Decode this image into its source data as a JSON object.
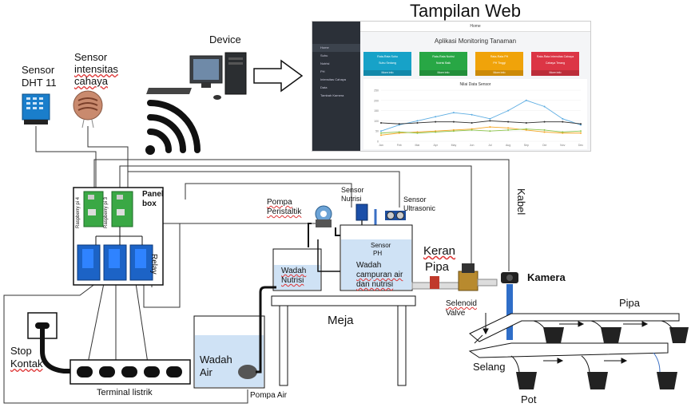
{
  "title": "Tampilan Web",
  "labels": {
    "device": "Device",
    "sensor_dht_1": "Sensor",
    "sensor_dht_2": "DHT 11",
    "sensor_light_1": "Sensor",
    "sensor_light_2": "intensitas",
    "sensor_light_3": "cahaya",
    "panel_box": "Panel\nbox",
    "relay": "Relay",
    "rpi4": "Raspberry pi 4",
    "rpi3": "Raspberry pi 3",
    "pompa_peristaltik_1": "Pompa",
    "pompa_peristaltik_2": "Peristaltik",
    "sensor_nutrisi_1": "Sensor",
    "sensor_nutrisi_2": "Nutrisi",
    "sensor_ultrasonic_1": "Sensor",
    "sensor_ultrasonic_2": "Ultrasonic",
    "sensor_ph_1": "Sensor",
    "sensor_ph_2": "PH",
    "wadah_campuran_1": "Wadah",
    "wadah_campuran_2": "campuran air",
    "wadah_campuran_3": "dan nutrisi",
    "wadah_nutrisi_1": "Wadah",
    "wadah_nutrisi_2": "Nutrisi",
    "keran_1": "Keran",
    "keran_2": "Pipa",
    "kabel": "Kabel",
    "kamera": "Kamera",
    "selenoid_1": "Selenoid",
    "selenoid_2": "Valve",
    "meja": "Meja",
    "pipa": "Pipa",
    "selang": "Selang",
    "pot": "Pot",
    "wadah_air_1": "Wadah",
    "wadah_air_2": "Air",
    "pompa_air": "Pompa Air",
    "stop_kontak_1": "Stop",
    "stop_kontak_2": "Kontak",
    "terminal": "Terminal listrik"
  },
  "dashboard": {
    "breadcrumb": "Home",
    "app_title": "Aplikasi Monitoring Tanaman",
    "chart_title": "Nilai Data Sensor",
    "sidebar_items": [
      "Home",
      "Suhu",
      "Nutrisi",
      "PH",
      "Intensitas Cahaya",
      "Data",
      "Tambah Kamera"
    ],
    "cards": [
      {
        "title": "Rata-Rata Suhu",
        "sub": "Suhu Sedang",
        "more": "More info",
        "color": "#17a2c8"
      },
      {
        "title": "Rata-Rata Nutrisi",
        "sub": "Nutrisi Baik",
        "more": "More info",
        "color": "#28a745"
      },
      {
        "title": "Rata-Rata PH",
        "sub": "PH Tinggi",
        "more": "More info",
        "color": "#f0a30a"
      },
      {
        "title": "Rata-Rata Intensitas Cahaya",
        "sub": "Cahaya Terang",
        "more": "More info",
        "color": "#dc3545"
      }
    ],
    "chart_data": {
      "type": "line",
      "title": "Nilai Data Sensor",
      "categories": [
        "Jan",
        "Feb",
        "Mar",
        "Apr",
        "May",
        "Jun",
        "Jul",
        "Aug",
        "Sep",
        "Oct",
        "Nov",
        "Dec"
      ],
      "ylim": [
        0,
        250
      ],
      "series": [
        {
          "color": "#5dade2",
          "values": [
            50,
            80,
            100,
            120,
            140,
            130,
            110,
            150,
            200,
            170,
            110,
            80
          ]
        },
        {
          "color": "#2c2c2c",
          "values": [
            90,
            85,
            90,
            95,
            95,
            90,
            100,
            95,
            90,
            95,
            95,
            85
          ]
        },
        {
          "color": "#f5a623",
          "values": [
            30,
            40,
            45,
            50,
            55,
            60,
            70,
            65,
            55,
            45,
            40,
            40
          ]
        },
        {
          "color": "#8bc34a",
          "values": [
            40,
            45,
            40,
            45,
            50,
            55,
            50,
            55,
            60,
            55,
            45,
            50
          ]
        }
      ]
    }
  }
}
